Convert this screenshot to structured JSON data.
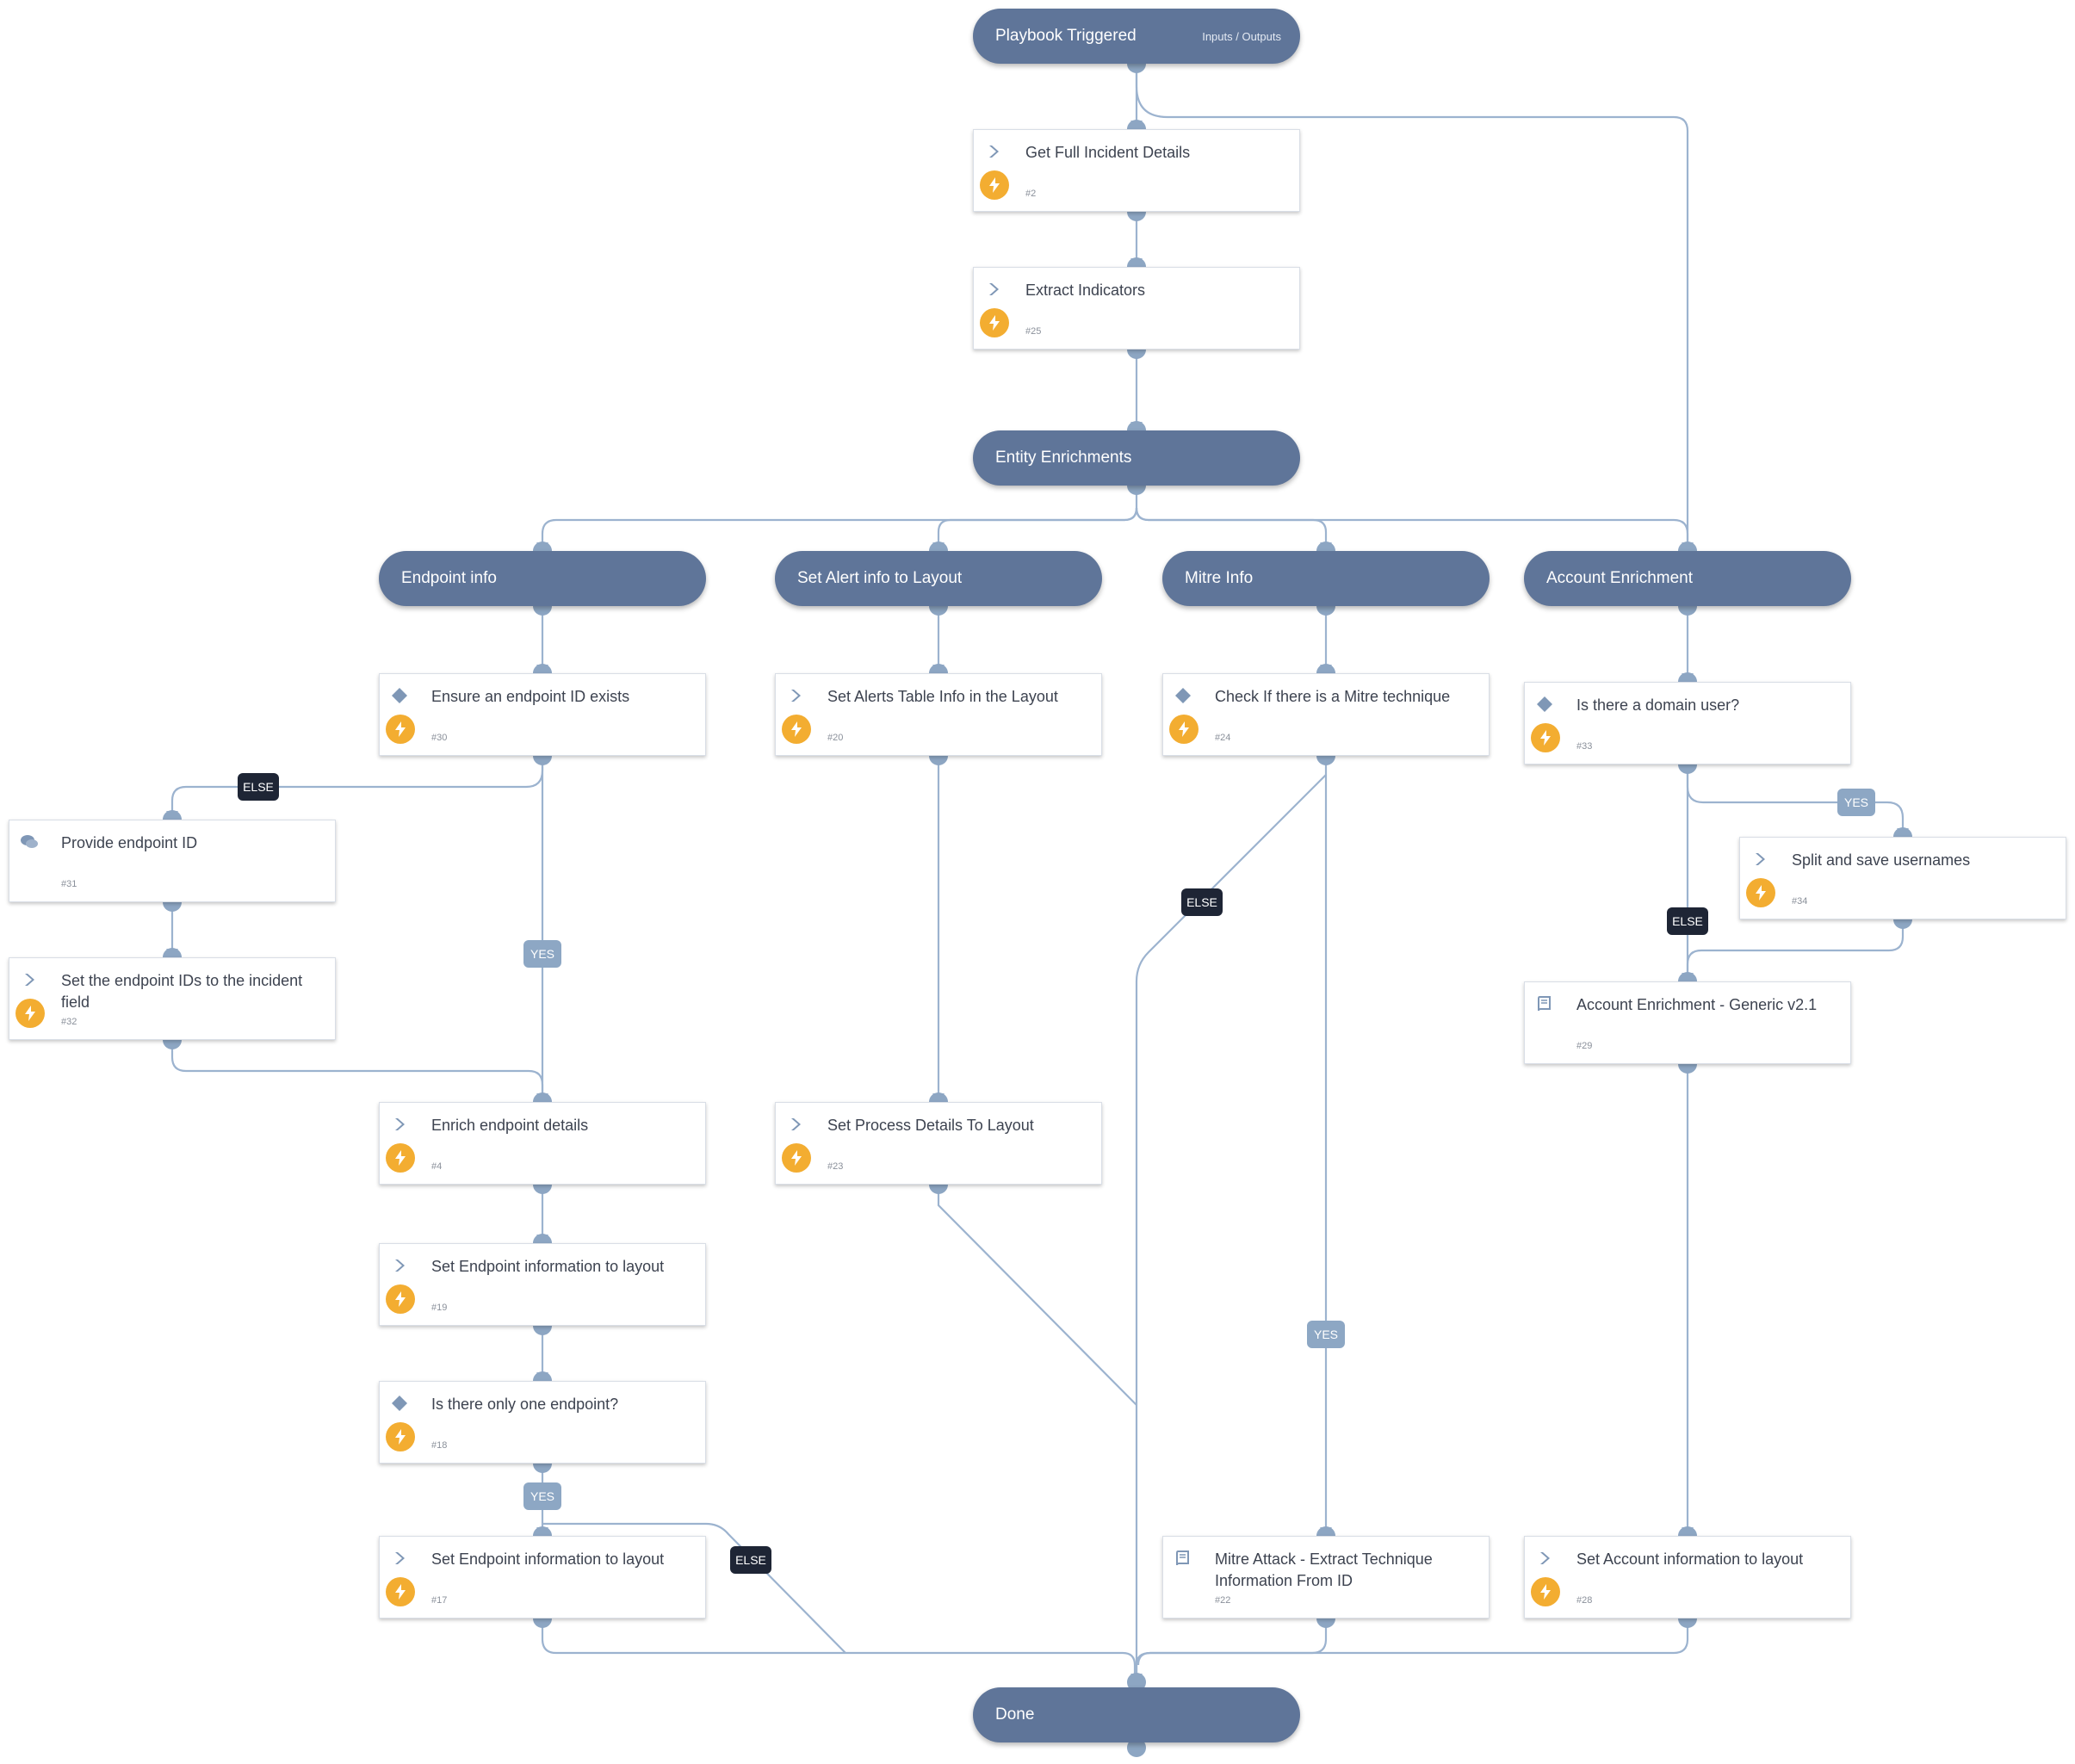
{
  "sections": {
    "playbook_triggered": {
      "label": "Playbook Triggered",
      "io_label": "Inputs / Outputs"
    },
    "entity_enrichments": {
      "label": "Entity Enrichments"
    },
    "endpoint_info": {
      "label": "Endpoint info"
    },
    "set_alert_info": {
      "label": "Set Alert info to Layout"
    },
    "mitre_info": {
      "label": "Mitre Info"
    },
    "account_enrichment": {
      "label": "Account Enrichment"
    },
    "done": {
      "label": "Done"
    }
  },
  "tasks": {
    "get_full_incident": {
      "label": "Get Full Incident Details",
      "id": "#2",
      "kind": "script"
    },
    "extract_indicators": {
      "label": "Extract Indicators",
      "id": "#25",
      "kind": "script"
    },
    "ensure_endpoint": {
      "label": "Ensure an endpoint ID exists",
      "id": "#30",
      "kind": "condition"
    },
    "provide_endpoint": {
      "label": "Provide endpoint ID",
      "id": "#31",
      "kind": "communication"
    },
    "set_endpoint_ids": {
      "label": "Set the endpoint IDs to the incident field",
      "id": "#32",
      "kind": "script"
    },
    "enrich_endpoint": {
      "label": "Enrich endpoint details",
      "id": "#4",
      "kind": "script"
    },
    "set_endpoint_info_19": {
      "label": "Set Endpoint information to layout",
      "id": "#19",
      "kind": "script"
    },
    "only_one_endpoint": {
      "label": "Is there only one endpoint?",
      "id": "#18",
      "kind": "condition"
    },
    "set_endpoint_info_17": {
      "label": "Set Endpoint information to layout",
      "id": "#17",
      "kind": "script"
    },
    "set_alerts_table": {
      "label": "Set Alerts Table Info in the Layout",
      "id": "#20",
      "kind": "script"
    },
    "set_process_details": {
      "label": "Set Process Details To Layout",
      "id": "#23",
      "kind": "script"
    },
    "check_mitre": {
      "label": "Check If there is a Mitre technique",
      "id": "#24",
      "kind": "condition"
    },
    "mitre_extract": {
      "label": "Mitre Attack - Extract Technique Information From ID",
      "id": "#22",
      "kind": "playbook"
    },
    "domain_user": {
      "label": "Is there a domain user?",
      "id": "#33",
      "kind": "condition"
    },
    "split_usernames": {
      "label": "Split and save usernames",
      "id": "#34",
      "kind": "script"
    },
    "account_enrichment_generic": {
      "label": "Account Enrichment - Generic v2.1",
      "id": "#29",
      "kind": "playbook"
    },
    "set_account_info": {
      "label": "Set Account information to layout",
      "id": "#28",
      "kind": "script"
    }
  },
  "badges": {
    "else_endpoint": "ELSE",
    "yes_endpoint": "YES",
    "else_mitre": "ELSE",
    "yes_mitre": "YES",
    "yes_domain": "YES",
    "else_domain": "ELSE",
    "yes_only_one": "YES",
    "else_only_one": "ELSE"
  },
  "colors": {
    "section": "#5f7599",
    "connector": "#9cb3cf",
    "port": "#8da6c3",
    "automation": "#f3ad31",
    "badge_else": "#1e2535",
    "badge_yes": "#8da7c4"
  },
  "icons": {
    "script": "chevron-icon",
    "condition": "diamond-icon",
    "communication": "chat-bubble-icon",
    "playbook": "book-icon",
    "automation": "lightning-icon"
  }
}
